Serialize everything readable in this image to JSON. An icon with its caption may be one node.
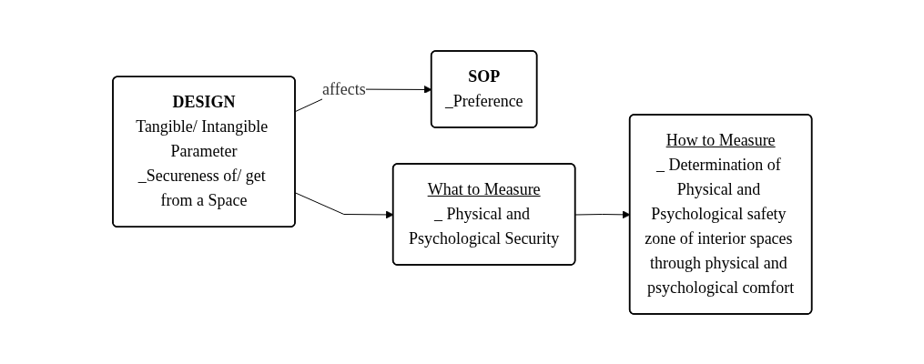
{
  "diagram": {
    "nodes": [
      {
        "text": [
          "SOP",
          "_Preference"
        ]
      },
      {
        "text": [
          "DESIGN",
          "Tangible/ Intangible Parameter",
          "_Secureness of/ get from a Space"
        ]
      },
      {
        "text": [
          "What to Measure",
          "_ Physical and Psychological Security"
        ]
      },
      {
        "text": [
          "How to Measure",
          "_ Determination of Physical and Psychological safety zone of interior spaces through physical and psychological comfort"
        ]
      }
    ],
    "edges": [
      {
        "from": 1,
        "to": 0,
        "arrow": "to",
        "label": "affects"
      },
      {
        "from": 1,
        "to": 2,
        "arrow": "to"
      },
      {
        "from": 2,
        "to": 3,
        "arrow": "to"
      }
    ]
  }
}
